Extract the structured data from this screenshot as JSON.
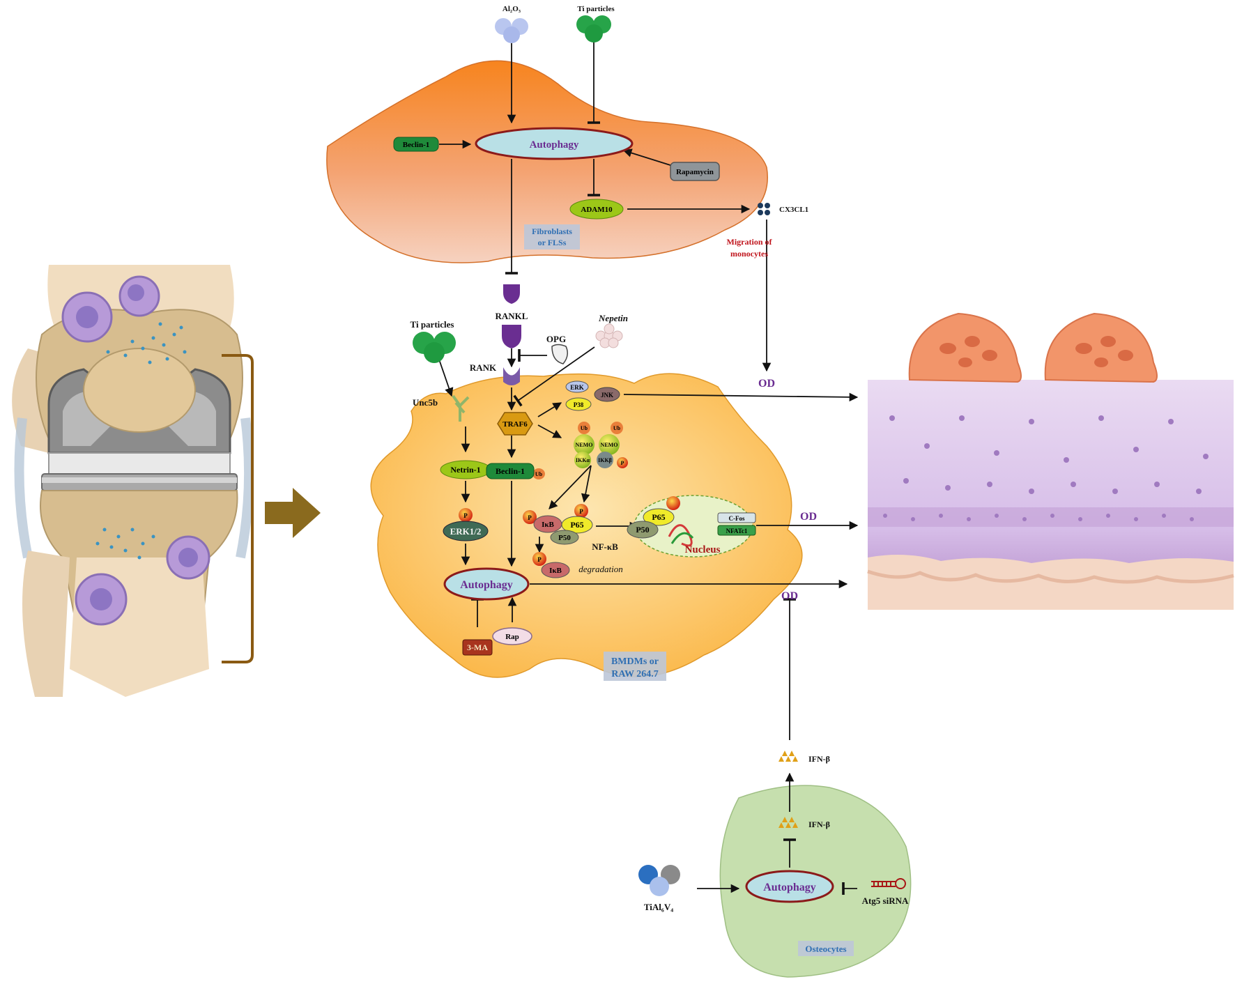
{
  "particles": {
    "al2o3": "Al₂O₃",
    "ti_top": "Ti particles",
    "ti_left": "Ti particles",
    "tial6v4": "TiAl₆V₄"
  },
  "fibroblast": {
    "autophagy": "Autophagy",
    "beclin1": "Beclin-1",
    "rapamycin": "Rapamycin",
    "adam10": "ADAM10",
    "cx3cl1": "CX3CL1",
    "cell_label_line1": "Fibroblasts",
    "cell_label_line2": "or FLSs"
  },
  "migration": {
    "line1": "Migration of",
    "line2": "monocytes"
  },
  "ligands": {
    "rankl": "RANKL",
    "rank": "RANK",
    "opg": "OPG",
    "nepetin": "Nepetin",
    "unc5b": "Unc5b"
  },
  "macrophage": {
    "traf6": "TRAF6",
    "erk": "ERK",
    "p38": "P38",
    "jnk": "JNK",
    "ub": "Ub",
    "nemo": "NEMO",
    "ikka": "IKKα",
    "ikkb": "IKKβ",
    "p": "P",
    "netrin1": "Netrin-1",
    "beclin1": "Beclin-1",
    "erk12": "ERK1/2",
    "ikb": "IκB",
    "p65": "P65",
    "p50": "P50",
    "nfkb": "NF-κB",
    "degradation": "degradation",
    "autophagy": "Autophagy",
    "three_ma": "3-MA",
    "rap": "Rap",
    "cell_label_line1": "BMDMs or",
    "cell_label_line2": "RAW 264.7"
  },
  "nucleus": {
    "label": "Nucleus",
    "p65": "P65",
    "p50": "P50",
    "cfos": "C-Fos",
    "nfatc1": "NFATc1"
  },
  "outcomes": {
    "od": "OD"
  },
  "osteocyte": {
    "autophagy": "Autophagy",
    "ifnb": "IFN-β",
    "atg5": "Atg5 siRNA",
    "cell_label": "Osteocytes"
  },
  "colors": {
    "fibroblast_cell": "#f4a372",
    "macrophage_cell": "#fbc25c",
    "osteocyte_cell": "#c6dfae",
    "autophagy_fill": "#b9e0e6",
    "autophagy_border": "#8b1a1a",
    "od_text": "#6a2c91",
    "label_blue": "#2f6fb3",
    "migration_red": "#c0151d",
    "bracket": "#8a5a12"
  }
}
